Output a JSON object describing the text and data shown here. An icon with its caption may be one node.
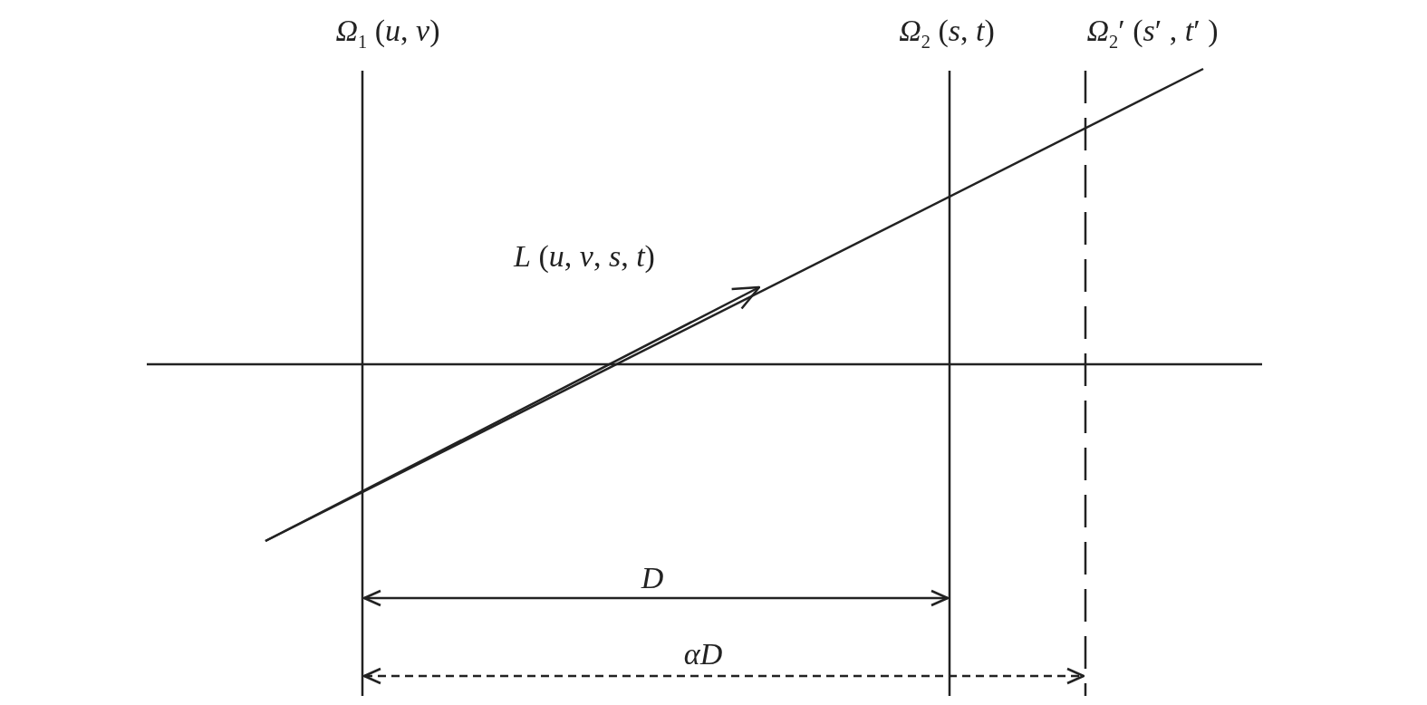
{
  "diagram": {
    "labels": [
      "*Ω*$_{1}$ (*u*, *v*)",
      "*Ω*$_{2}$ (*s*, *t*)",
      "*Ω*$_{2}$′ (*s*′ , *t*′ )",
      "*L* (*u*, *v*, *s*, *t*)",
      "*D*",
      "*αD*"
    ]
  }
}
